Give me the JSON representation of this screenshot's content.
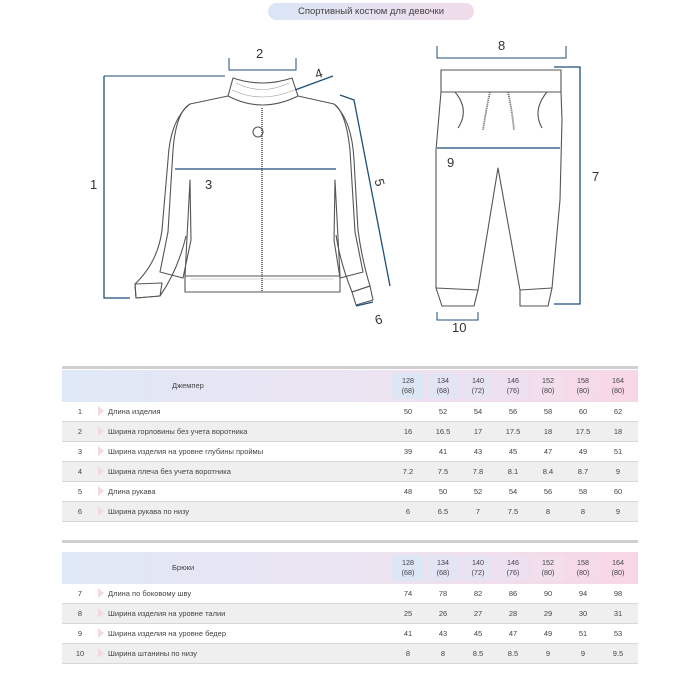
{
  "page_title": "Спортивный костюм для девочки",
  "diagram_labels": [
    "1",
    "2",
    "3",
    "4",
    "5",
    "6",
    "7",
    "8",
    "9",
    "10"
  ],
  "sizes": [
    {
      "h": "128",
      "c": "(68)"
    },
    {
      "h": "134",
      "c": "(68)"
    },
    {
      "h": "140",
      "c": "(72)"
    },
    {
      "h": "146",
      "c": "(76)"
    },
    {
      "h": "152",
      "c": "(80)"
    },
    {
      "h": "158",
      "c": "(80)"
    },
    {
      "h": "164",
      "c": "(80)"
    }
  ],
  "size_colors": [
    "#dce6f5",
    "#e3e5f4",
    "#e8e3f3",
    "#ede1f1",
    "#f2deec",
    "#f5dbe9",
    "#f8d8e6"
  ],
  "jumper": {
    "header": "Джемпер",
    "rows": [
      {
        "n": "1",
        "label": "Длина изделия",
        "values": [
          "50",
          "52",
          "54",
          "56",
          "58",
          "60",
          "62"
        ]
      },
      {
        "n": "2",
        "label": "Ширина горловины без учета воротника",
        "values": [
          "16",
          "16.5",
          "17",
          "17.5",
          "18",
          "17.5",
          "18"
        ]
      },
      {
        "n": "3",
        "label": "Ширина изделия на уровне глубины проймы",
        "values": [
          "39",
          "41",
          "43",
          "45",
          "47",
          "49",
          "51"
        ]
      },
      {
        "n": "4",
        "label": "Ширина плеча без учета воротника",
        "values": [
          "7.2",
          "7.5",
          "7.8",
          "8.1",
          "8.4",
          "8.7",
          "9"
        ]
      },
      {
        "n": "5",
        "label": "Длина рукава",
        "values": [
          "48",
          "50",
          "52",
          "54",
          "56",
          "58",
          "60"
        ]
      },
      {
        "n": "6",
        "label": "Ширина рукава по низу",
        "values": [
          "6",
          "6.5",
          "7",
          "7.5",
          "8",
          "8",
          "9"
        ]
      }
    ]
  },
  "pants": {
    "header": "Брюки",
    "rows": [
      {
        "n": "7",
        "label": "Длина по боковому шву",
        "values": [
          "74",
          "78",
          "82",
          "86",
          "90",
          "94",
          "98"
        ]
      },
      {
        "n": "8",
        "label": "Ширина изделия на уровне талии",
        "values": [
          "25",
          "26",
          "27",
          "28",
          "29",
          "30",
          "31"
        ]
      },
      {
        "n": "9",
        "label": "Ширина изделия на уровне бедер",
        "values": [
          "41",
          "43",
          "45",
          "47",
          "49",
          "51",
          "53"
        ]
      },
      {
        "n": "10",
        "label": "Ширина штанины по низу",
        "values": [
          "8",
          "8",
          "8.5",
          "8.5",
          "9",
          "9",
          "9.5"
        ]
      }
    ]
  }
}
